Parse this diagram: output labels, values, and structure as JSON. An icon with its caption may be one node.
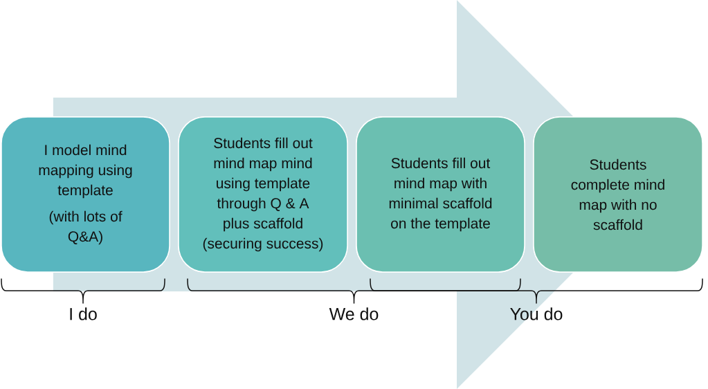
{
  "diagram": {
    "nodes": [
      {
        "text": [
          "I model mind mapping using template",
          "(with lots of Q&A)"
        ]
      },
      {
        "text": [
          "Students fill out mind map mind using template through Q & A plus scaffold (securing success)"
        ]
      },
      {
        "text": [
          "Students fill out mind map with minimal scaffold on the template"
        ]
      },
      {
        "text": [
          "Students complete mind map with no scaffold"
        ]
      }
    ],
    "edges": [
      {
        "from": 0,
        "to": 3,
        "arrow": "to"
      }
    ],
    "labels": [
      "I do",
      "We do",
      "You do"
    ]
  }
}
